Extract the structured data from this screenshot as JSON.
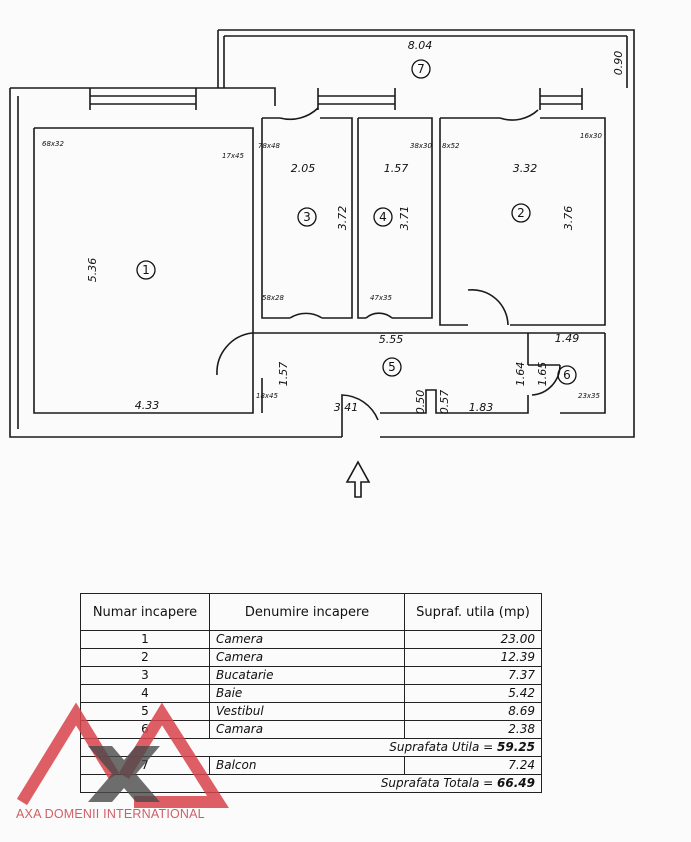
{
  "plan": {
    "rooms": [
      {
        "id": "1",
        "label": "1",
        "dims": [
          "5.36",
          "4.33"
        ]
      },
      {
        "id": "2",
        "label": "2",
        "dims": [
          "3.32",
          "3.76"
        ]
      },
      {
        "id": "3",
        "label": "3",
        "dims": [
          "2.05",
          "3.72"
        ]
      },
      {
        "id": "4",
        "label": "4",
        "dims": [
          "1.57",
          "3.71"
        ]
      },
      {
        "id": "5",
        "label": "5",
        "dims": [
          "5.55",
          "1.57",
          "3.41",
          "0.50",
          "0.57",
          "1.83"
        ]
      },
      {
        "id": "6",
        "label": "6",
        "dims": [
          "1.49",
          "1.64",
          "1.65"
        ]
      },
      {
        "id": "7",
        "label": "7",
        "dims": [
          "8.04",
          "0.90"
        ]
      }
    ],
    "small_labels": [
      "68x32",
      "17x45",
      "78x48",
      "38x30",
      "8x52",
      "16x30",
      "58x28",
      "47x35",
      "18x45",
      "23x35"
    ]
  },
  "table": {
    "headers": [
      "Numar incapere",
      "Denumire incapere",
      "Supraf. utila (mp)"
    ],
    "rows": [
      {
        "num": "1",
        "name": "Camera",
        "area": "23.00"
      },
      {
        "num": "2",
        "name": "Camera",
        "area": "12.39"
      },
      {
        "num": "3",
        "name": "Bucatarie",
        "area": "7.37"
      },
      {
        "num": "4",
        "name": "Baie",
        "area": "5.42"
      },
      {
        "num": "5",
        "name": "Vestibul",
        "area": "8.69"
      },
      {
        "num": "6",
        "name": "Camara",
        "area": "2.38"
      }
    ],
    "util_label": "Suprafata Utila =",
    "util_value": "59.25",
    "balcony": {
      "num": "7",
      "name": "Balcon",
      "area": "7.24"
    },
    "total_label": "Suprafata Totala =",
    "total_value": "66.49"
  },
  "logo": {
    "text": "AXA DOMENII INTERNATIONAL",
    "color": "#d9434c"
  }
}
